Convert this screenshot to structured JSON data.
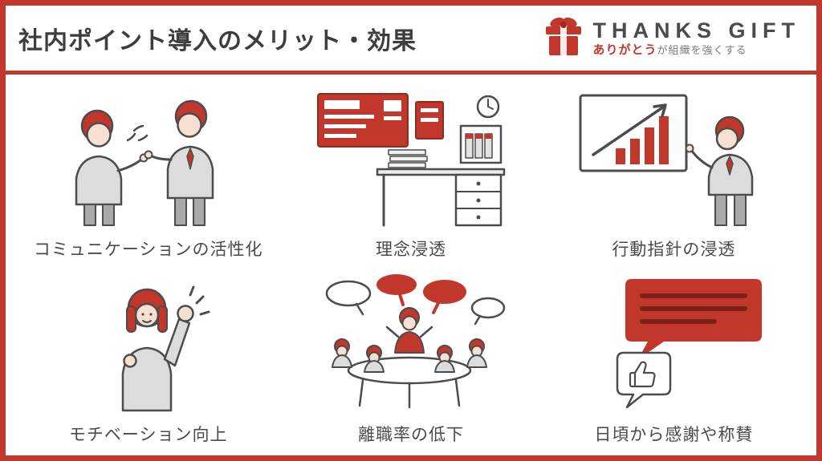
{
  "page": {
    "title": "社内ポイント導入のメリット・効果",
    "brand": {
      "name": "THANKS GIFT",
      "tagline_highlight": "ありがとう",
      "tagline_rest": "が組織を強くする"
    },
    "colors": {
      "accent": "#c2372c",
      "text": "#4a4a4a"
    },
    "benefits": [
      {
        "label": "コミュニケーションの活性化",
        "icon": "conversation-illustration"
      },
      {
        "label": "理念浸透",
        "icon": "office-board-illustration"
      },
      {
        "label": "行動指針の浸透",
        "icon": "chart-presentation-illustration"
      },
      {
        "label": "モチベーション向上",
        "icon": "motivation-illustration"
      },
      {
        "label": "離職率の低下",
        "icon": "meeting-illustration"
      },
      {
        "label": "日頃から感謝や称賛",
        "icon": "praise-bubble-illustration"
      }
    ]
  }
}
